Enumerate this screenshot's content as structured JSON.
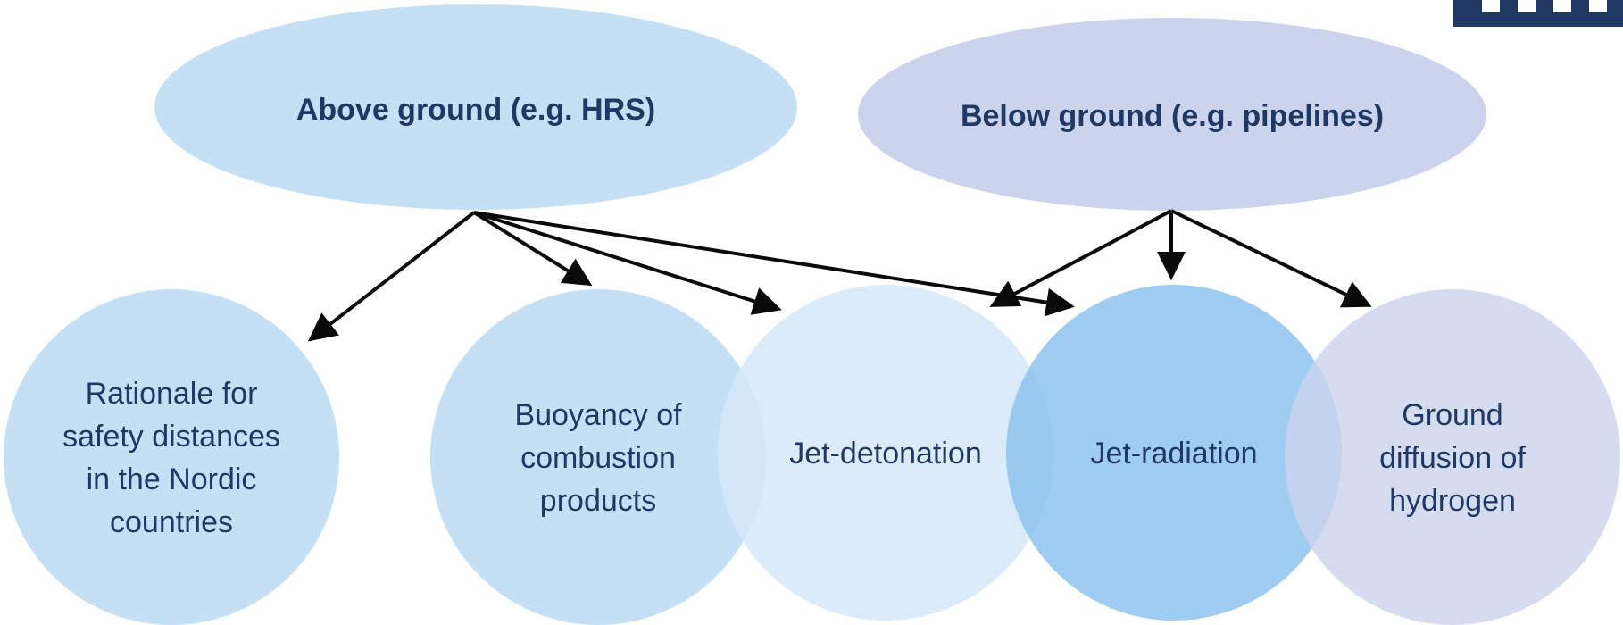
{
  "diagram": {
    "parents": {
      "above": {
        "label": "Above ground (e.g. HRS)",
        "color": "#c5e0f5"
      },
      "below": {
        "label": "Below ground (e.g. pipelines)",
        "color": "#ccd3ec"
      }
    },
    "topics": [
      {
        "id": "rationale",
        "lines": [
          "Rationale for",
          "safety distances",
          "in the Nordic",
          "countries"
        ],
        "color": "#c5e0f5"
      },
      {
        "id": "buoyancy",
        "lines": [
          "Buoyancy of",
          "combustion",
          "products"
        ],
        "color": "#c5e0f5"
      },
      {
        "id": "detonation",
        "lines": [
          "Jet-detonation"
        ],
        "color": "#d5e8f8"
      },
      {
        "id": "radiation",
        "lines": [
          "Jet-radiation"
        ],
        "color": "#8ec3ef"
      },
      {
        "id": "diffusion",
        "lines": [
          "Ground",
          "diffusion of",
          "hydrogen"
        ],
        "color": "#ccd3ec"
      }
    ],
    "links": [
      {
        "from": "above",
        "to": "rationale"
      },
      {
        "from": "above",
        "to": "buoyancy"
      },
      {
        "from": "above",
        "to": "detonation"
      },
      {
        "from": "above",
        "to": "radiation"
      },
      {
        "from": "below",
        "to": "detonation"
      },
      {
        "from": "below",
        "to": "radiation"
      },
      {
        "from": "below",
        "to": "diffusion"
      }
    ],
    "text_color": "#1f3864",
    "arrow_color": "#0a0a0a",
    "logo_color": "#1f3864"
  }
}
